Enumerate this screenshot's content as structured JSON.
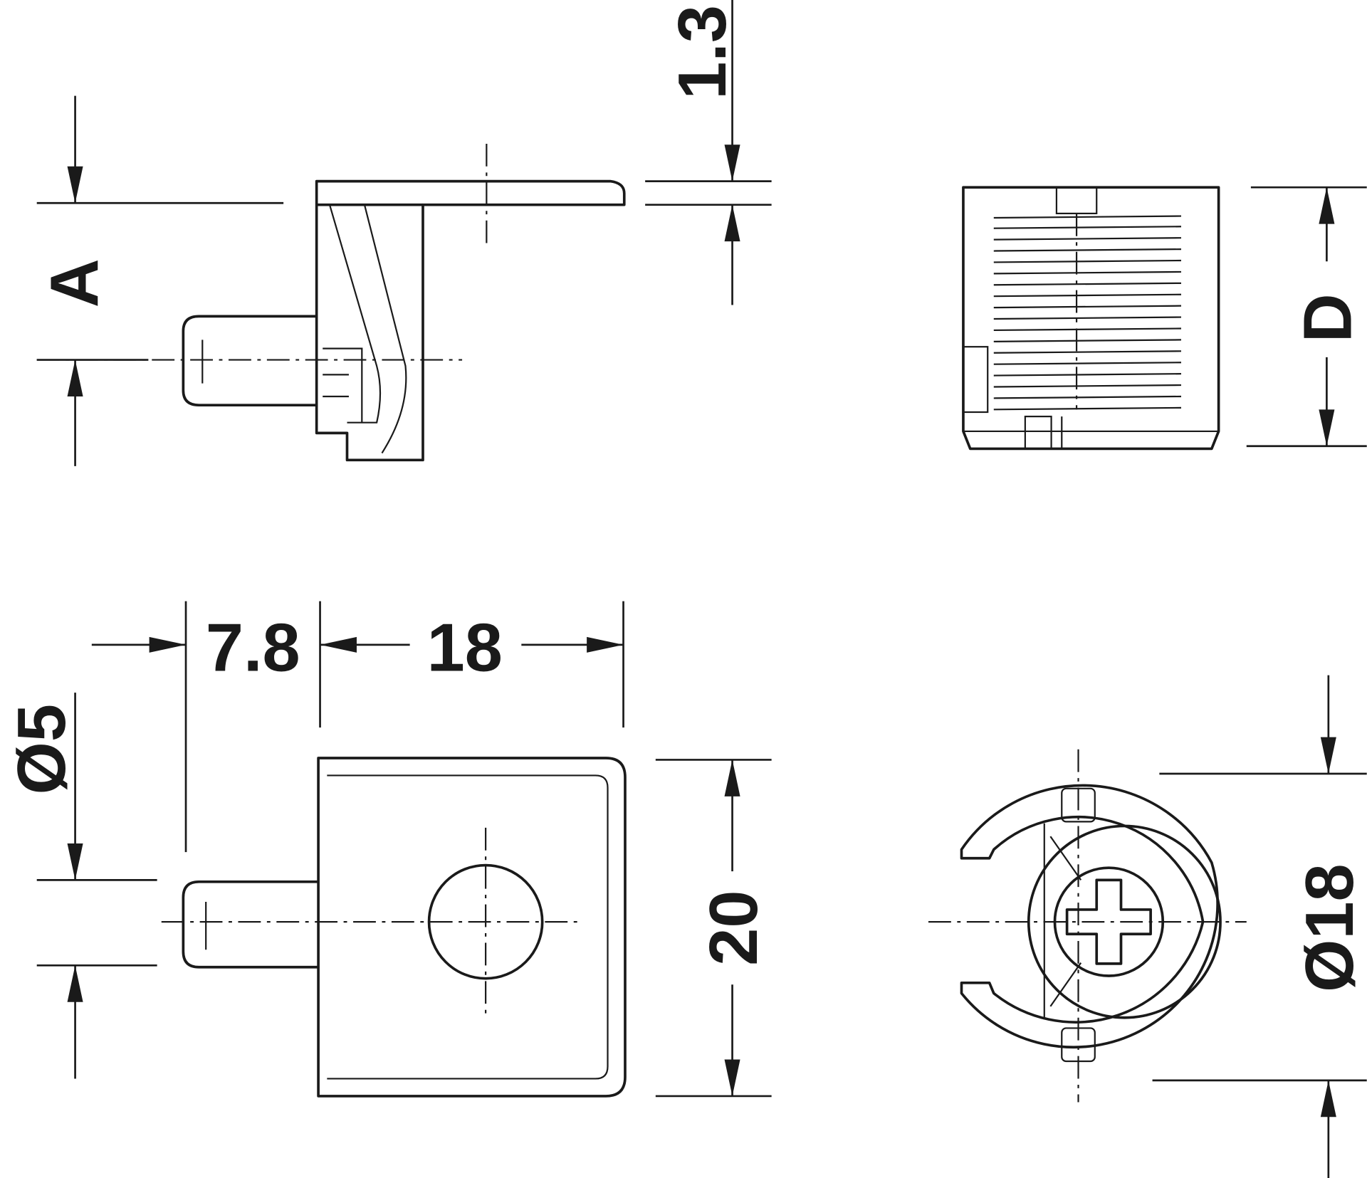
{
  "dimensions": {
    "thickness": "1.3",
    "height": "A",
    "depth": "D",
    "pin_length": "7.8",
    "body_length": "18",
    "pin_diameter": "Ø5",
    "body_width": "20",
    "cam_diameter": "Ø18"
  }
}
